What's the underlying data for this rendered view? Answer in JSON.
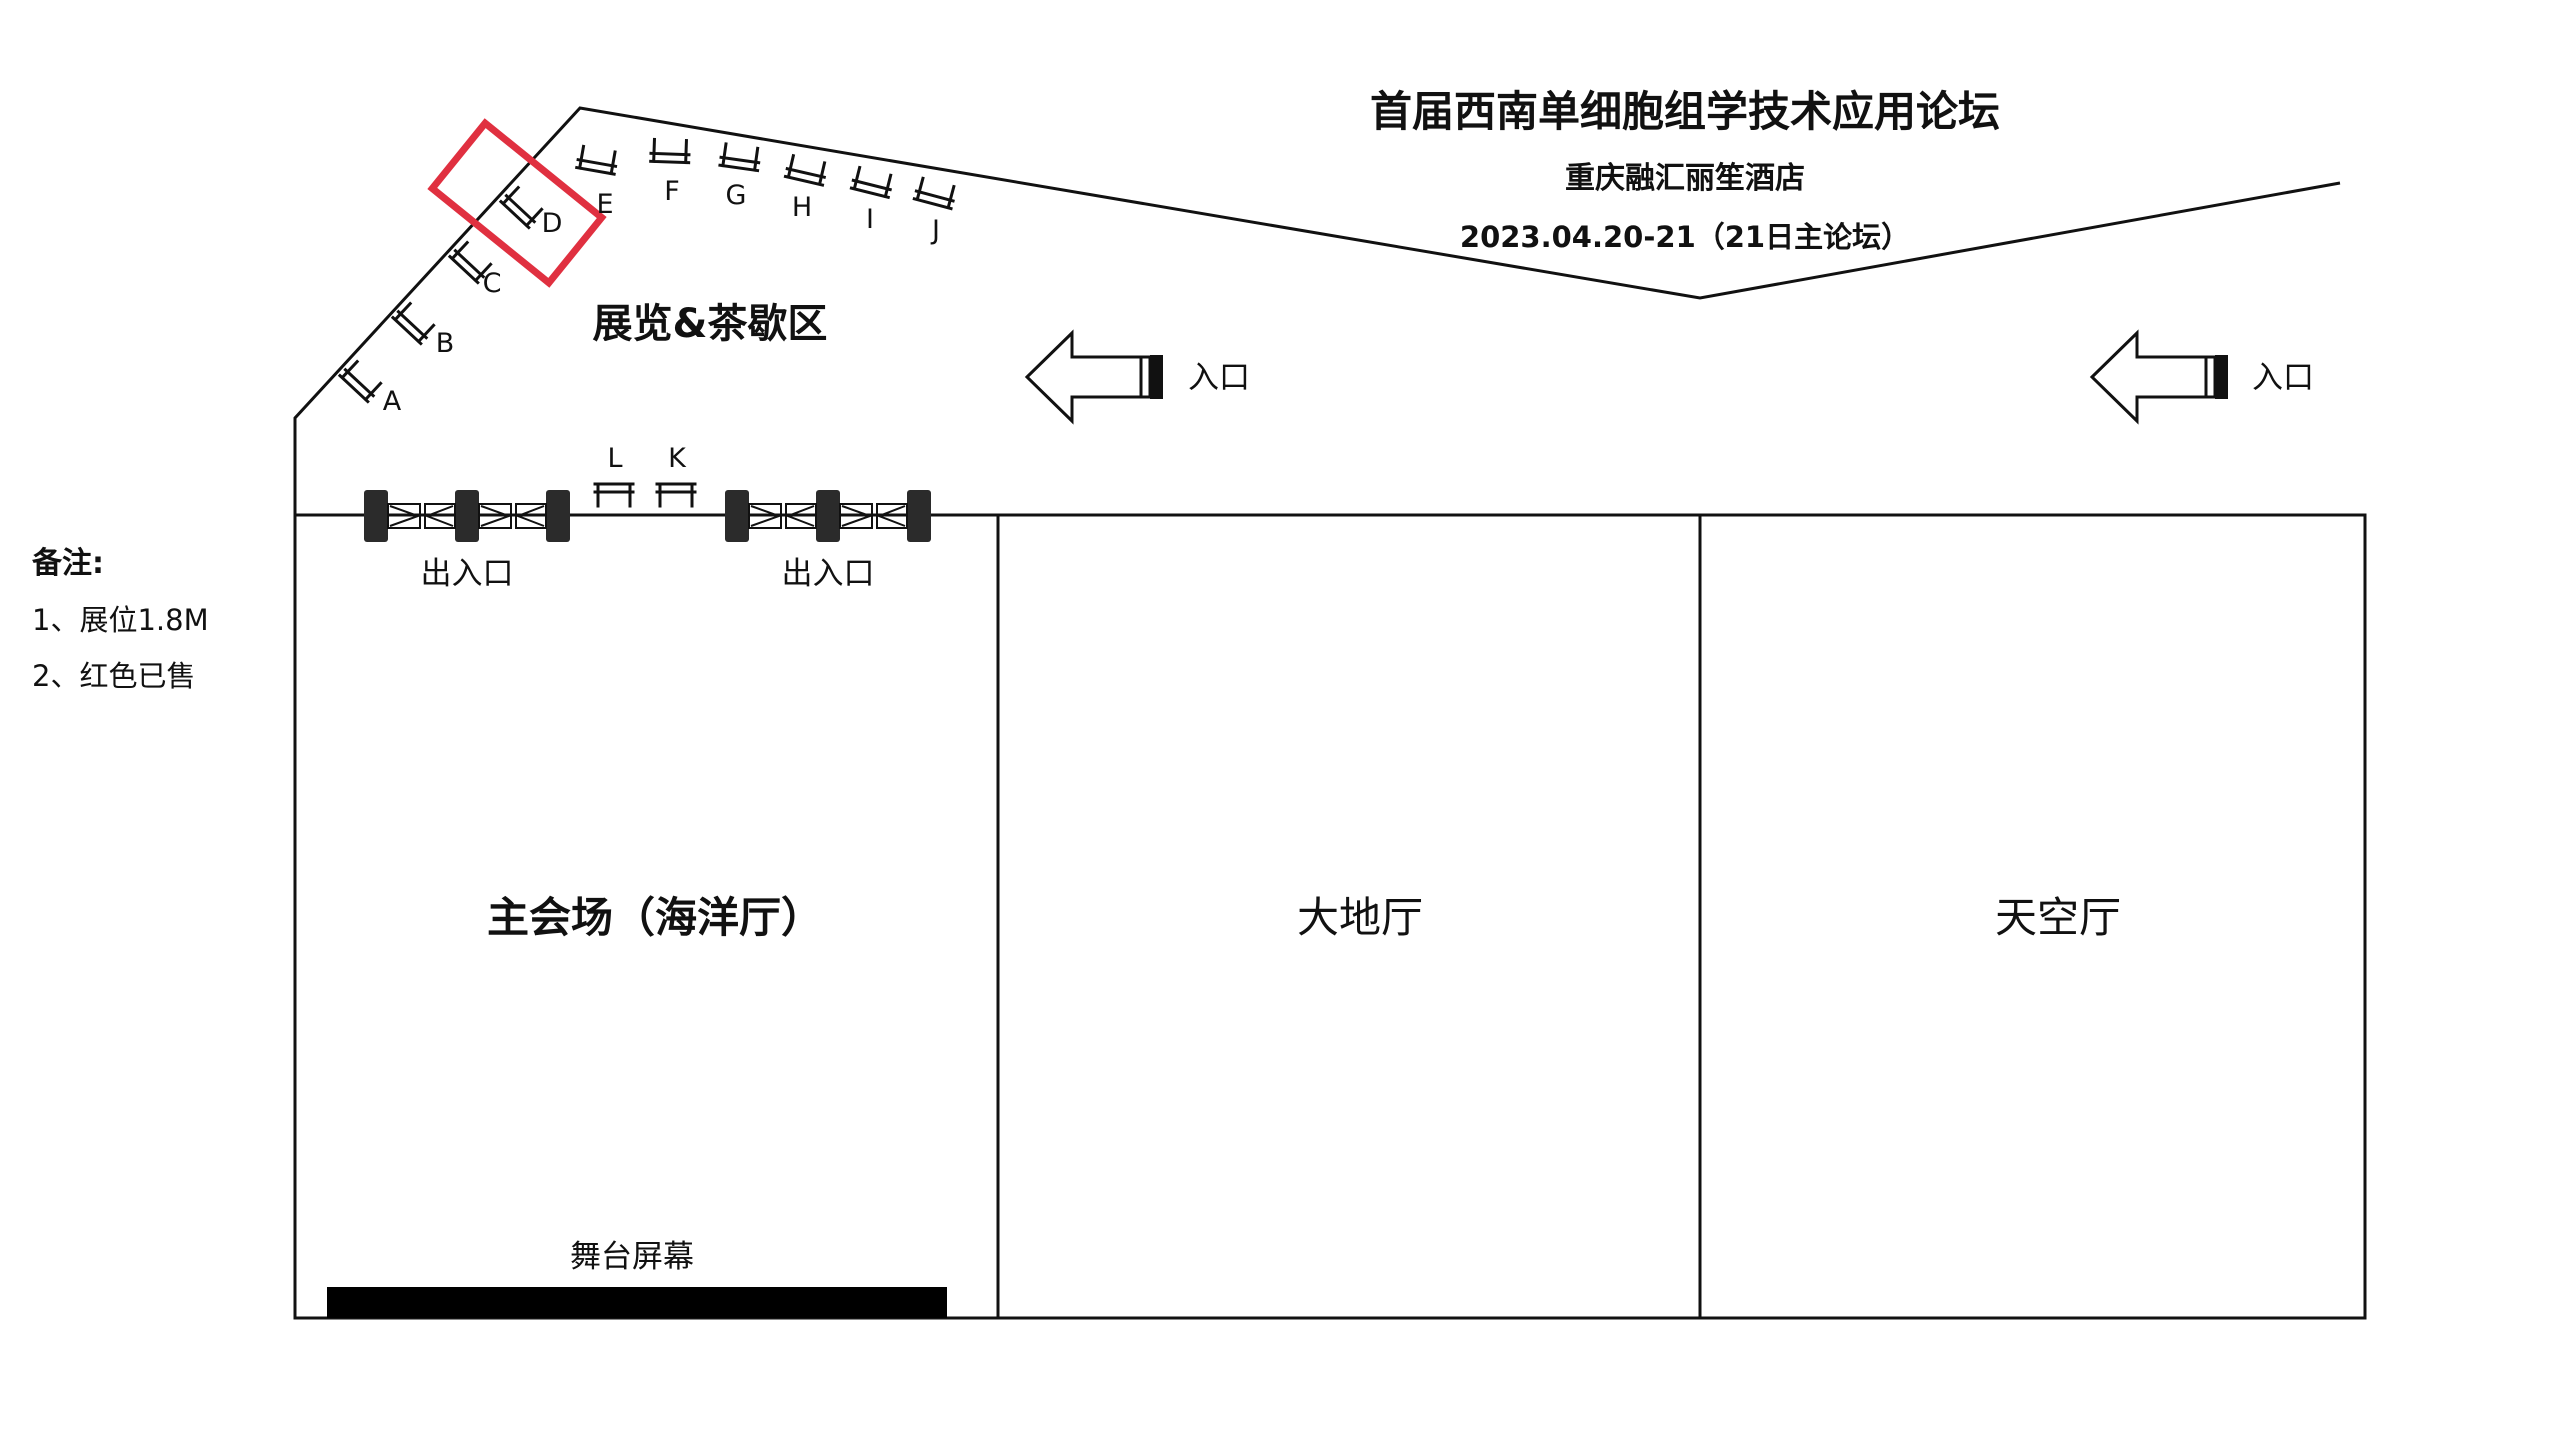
{
  "header": {
    "title": "首届西南单细胞组学技术应用论坛",
    "venue": "重庆融汇丽笙酒店",
    "date": "2023.04.20-21（21日主论坛）"
  },
  "zone_label": "展览&茶歇区",
  "booths": [
    {
      "id": "A",
      "sold": false
    },
    {
      "id": "B",
      "sold": false
    },
    {
      "id": "C",
      "sold": false
    },
    {
      "id": "D",
      "sold": true
    },
    {
      "id": "E",
      "sold": false
    },
    {
      "id": "F",
      "sold": false
    },
    {
      "id": "G",
      "sold": false
    },
    {
      "id": "H",
      "sold": false
    },
    {
      "id": "I",
      "sold": false
    },
    {
      "id": "J",
      "sold": false
    },
    {
      "id": "L",
      "sold": false
    },
    {
      "id": "K",
      "sold": false
    }
  ],
  "entrances": {
    "entry_1": "入口",
    "entry_2": "入口",
    "exit_1": "出入口",
    "exit_2": "出入口"
  },
  "halls": {
    "main": "主会场（海洋厅）",
    "earth": "大地厅",
    "sky": "天空厅"
  },
  "stage_label": "舞台屏幕",
  "notes": {
    "title": "备注:",
    "items": [
      "1、展位1.8M",
      "2、红色已售"
    ]
  },
  "colors": {
    "sold_highlight": "#e03040",
    "line": "#111111",
    "door_post": "#2b2b2b"
  }
}
